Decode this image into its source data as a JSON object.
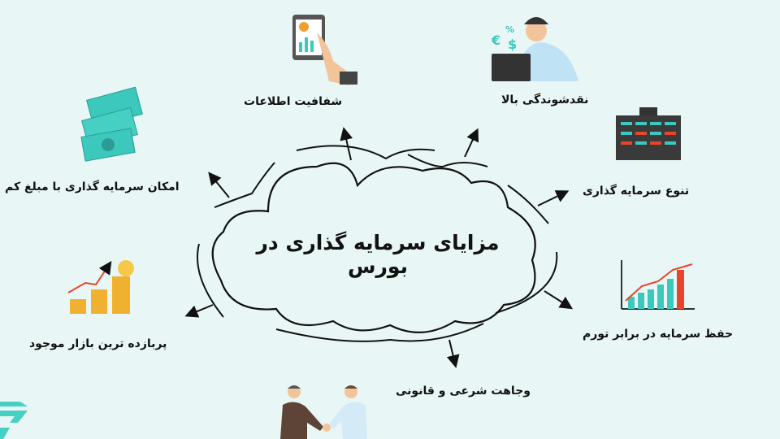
{
  "title": "مزایای سرمایه گذاری در بورس",
  "benefits": [
    {
      "label": "شفافیت اطلاعات",
      "icon": "tablet-chart-icon"
    },
    {
      "label": "نقدشوندگی بالا",
      "icon": "person-laptop-currency-icon"
    },
    {
      "label": "امکان سرمایه گذاری با مبلغ کم",
      "icon": "banknotes-icon"
    },
    {
      "label": "تنوع سرمایه گذاری",
      "icon": "stock-board-icon"
    },
    {
      "label": "پربازده ترین بازار موجود",
      "icon": "coin-stacks-growth-icon"
    },
    {
      "label": "حفظ سرمایه در برابر تورم",
      "icon": "bar-chart-growth-icon"
    },
    {
      "label": "وجاهت شرعی و قانونی",
      "icon": "handshake-icon"
    }
  ],
  "colors": {
    "background": "#e8f7f5",
    "teal": "#3cc8bd",
    "orange": "#f0a030",
    "red": "#e8452c"
  }
}
